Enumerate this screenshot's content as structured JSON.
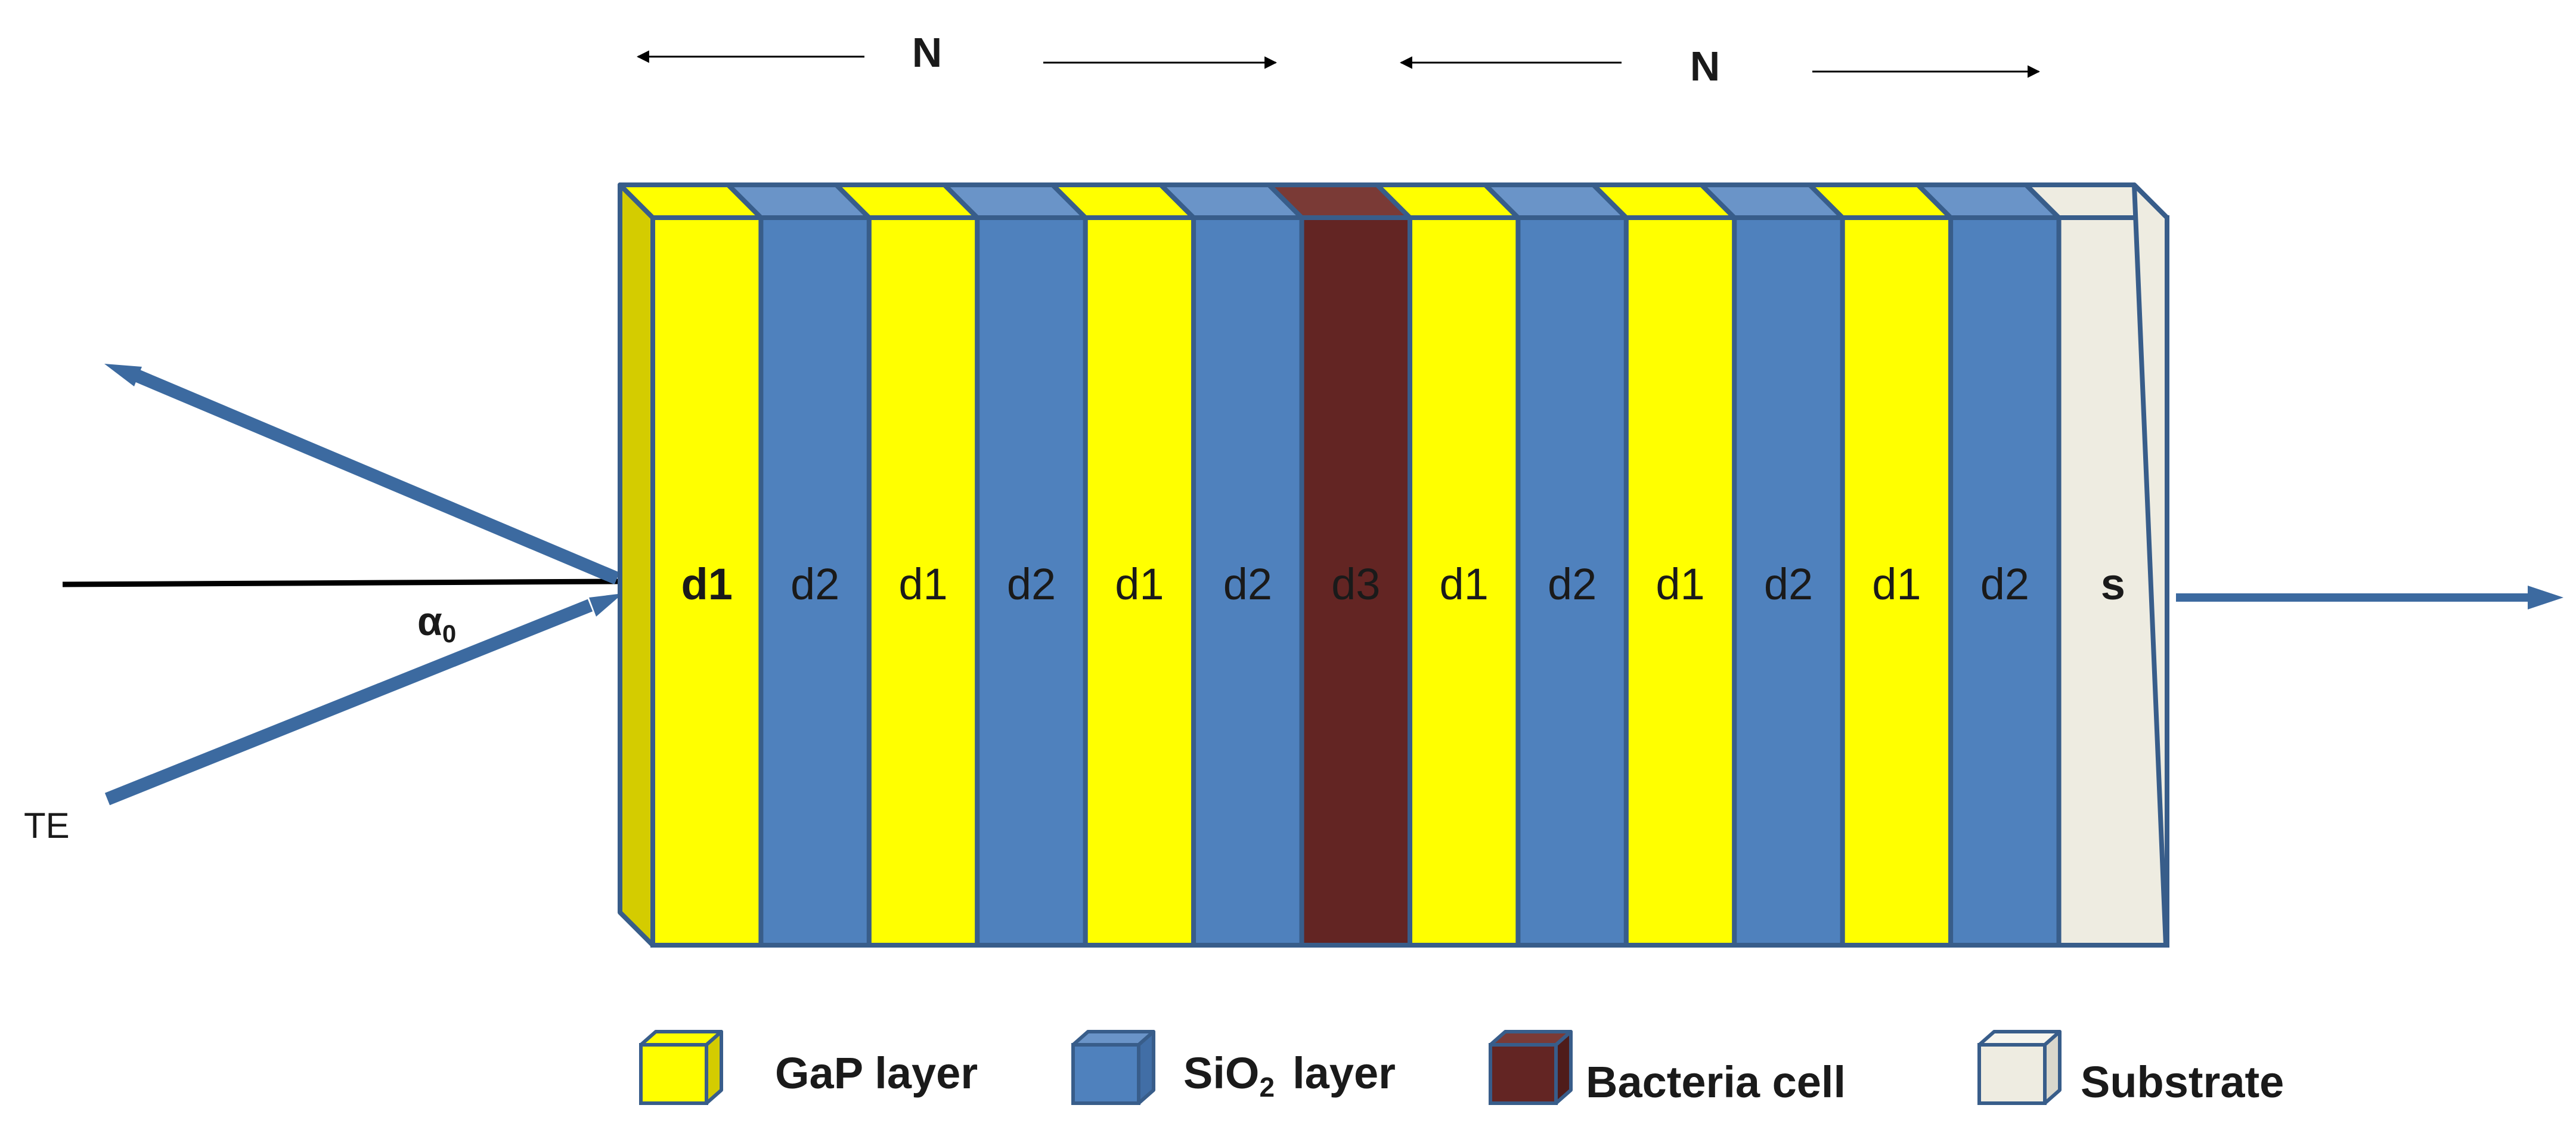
{
  "labels": {
    "period_left": "N",
    "period_right": "N",
    "incident_angle": "α",
    "incident_angle_sub": "0",
    "polarization": "TE"
  },
  "layers": [
    {
      "label": "d1",
      "material": "gap",
      "bold": true
    },
    {
      "label": "d2",
      "material": "sio2"
    },
    {
      "label": "d1",
      "material": "gap"
    },
    {
      "label": "d2",
      "material": "sio2"
    },
    {
      "label": "d1",
      "material": "gap"
    },
    {
      "label": "d2",
      "material": "sio2"
    },
    {
      "label": "d3",
      "material": "bacteria"
    },
    {
      "label": "d1",
      "material": "gap"
    },
    {
      "label": "d2",
      "material": "sio2"
    },
    {
      "label": "d1",
      "material": "gap"
    },
    {
      "label": "d2",
      "material": "sio2"
    },
    {
      "label": "d1",
      "material": "gap"
    },
    {
      "label": "d2",
      "material": "sio2"
    },
    {
      "label": "s",
      "material": "substrate",
      "bold": true
    }
  ],
  "legend": {
    "gap": {
      "text": "GaP layer"
    },
    "sio2": {
      "text_main": "SiO",
      "text_sub": "2",
      "text_tail": "layer"
    },
    "bacteria": {
      "text": "Bacteria cell"
    },
    "substrate": {
      "text": "Substrate"
    }
  },
  "colors": {
    "gap": "#ffff00",
    "gap_side": "#d4cc00",
    "sio2": "#4f81bd",
    "sio2_top": "#6a94c8",
    "bacteria": "#632523",
    "bacteria_top": "#7a3a36",
    "substrate": "#eeece1",
    "outline": "#385d8a",
    "arrow": "#3c6aa0",
    "text": "#1a1a1a"
  }
}
